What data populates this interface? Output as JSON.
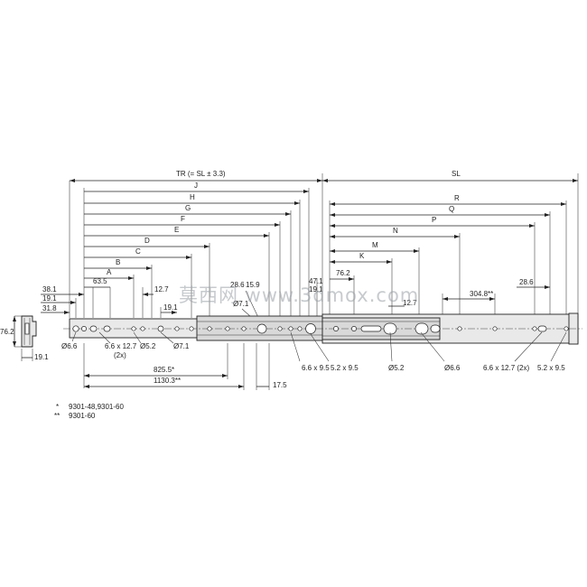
{
  "overall": {
    "tr_label": "TR (= SL ± 3.3)",
    "sl_label": "SL"
  },
  "left_letters": [
    "J",
    "H",
    "G",
    "F",
    "E",
    "D",
    "C",
    "B",
    "A"
  ],
  "right_letters": [
    "R",
    "Q",
    "P",
    "N",
    "M",
    "K"
  ],
  "left_values": {
    "v38_1": "38.1",
    "v19_1": "19.1",
    "v31_8": "31.8",
    "v63_5": "63.5",
    "v12_7": "12.7",
    "v19_1b": "19.1",
    "v15_9": "15.9",
    "v28_6": "28.6",
    "v07_1": "Ø7.1"
  },
  "right_values": {
    "v47_1": "47.1",
    "v19_1": "19.1",
    "v76_2": "76.2",
    "v12_7": "12.7",
    "v304_8": "304.8**",
    "v28_6": "28.6"
  },
  "bottom_labels": {
    "d6_6": "Ø6.6",
    "slot_left": "6.6 x 12.7",
    "slot_left_count": "(2x)",
    "d5_2": "Ø5.2",
    "d7_1": "Ø7.1",
    "mid_slot": "6.6 x 9.5",
    "mid_slot2": "5.2 x 9.5",
    "r_d5_2": "Ø5.2",
    "r_d6_6": "Ø6.6",
    "r_slot": "6.6 x 12.7 (2x)",
    "r_slot2": "5.2 x 9.5"
  },
  "lengths": {
    "l825": "825.5*",
    "l1130": "1130.3**",
    "l17_5": "17.5"
  },
  "side_view": {
    "height": "76.2",
    "width": "19.1"
  },
  "notes": [
    {
      "mark": "*",
      "text": "9301-48,9301-60"
    },
    {
      "mark": "**",
      "text": "9301-60"
    }
  ],
  "watermark": "莫西网 www.3dmox.com"
}
